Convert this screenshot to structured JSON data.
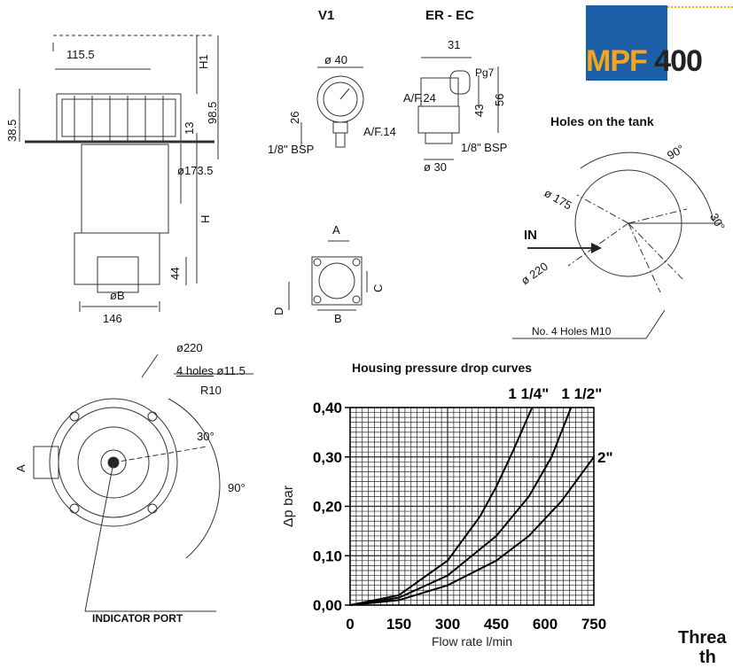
{
  "brand": {
    "series": "MPF",
    "size": "400",
    "accent_blue": "#1d5fa6",
    "accent_orange": "#f4a51c"
  },
  "side_view": {
    "dim_115_5": "115.5",
    "dim_h1": "H1",
    "dim_38_5": "38.5",
    "dim_98_5": "98.5",
    "dim_13": "13",
    "dim_173_5": "ø173.5",
    "dim_h": "H",
    "dim_44": "44",
    "dim_ob": "øB",
    "dim_146": "146"
  },
  "indicators": {
    "v1": {
      "title": "V1",
      "dia": "ø 40",
      "h26": "26",
      "af14": "A/F.14",
      "thread": "1/8\" BSP"
    },
    "er_ec": {
      "title": "ER - EC",
      "w31": "31",
      "pg7": "Pg7",
      "af24": "A/F.24",
      "h43": "43",
      "h56": "56",
      "thread": "1/8\" BSP",
      "dia30": "ø 30"
    }
  },
  "flange": {
    "a": "A",
    "b": "B",
    "c": "C",
    "d": "D"
  },
  "tank_holes": {
    "title": "Holes on the tank",
    "angle90": "90°",
    "angle30": "30°",
    "d175": "ø 175",
    "d220": "ø 220",
    "in_label": "IN",
    "holes_note": "No. 4 Holes M10"
  },
  "top_view": {
    "d220": "ø220",
    "holes": "4 holes",
    "holes_d": "ø11.5",
    "r10": "R10",
    "a30": "30°",
    "a90": "90°",
    "a_label": "A",
    "indicator_port": "INDICATOR PORT"
  },
  "chart_title": "Housing pressure drop curves",
  "chart_data": {
    "type": "line",
    "title": "Housing pressure drop curves",
    "xlabel": "Flow rate l/min",
    "ylabel": "Δp bar",
    "xlim": [
      0,
      750
    ],
    "ylim": [
      0,
      0.4
    ],
    "x_ticks": [
      "0",
      "150",
      "300",
      "450",
      "600",
      "750"
    ],
    "y_ticks": [
      "0,00",
      "0,10",
      "0,20",
      "0,30",
      "0,40"
    ],
    "grid": true,
    "series": [
      {
        "name": "1 1/4\"",
        "x": [
          0,
          150,
          300,
          400,
          450,
          500,
          560
        ],
        "y": [
          0,
          0.02,
          0.09,
          0.18,
          0.24,
          0.31,
          0.4
        ]
      },
      {
        "name": "1 1/2\"",
        "x": [
          0,
          150,
          300,
          450,
          550,
          620,
          680
        ],
        "y": [
          0,
          0.015,
          0.06,
          0.14,
          0.22,
          0.3,
          0.4
        ]
      },
      {
        "name": "2\"",
        "x": [
          0,
          150,
          300,
          450,
          550,
          650,
          750
        ],
        "y": [
          0,
          0.01,
          0.04,
          0.09,
          0.14,
          0.21,
          0.3
        ]
      }
    ]
  },
  "footer_fragment": {
    "line1": "Threa",
    "line2": "th"
  }
}
